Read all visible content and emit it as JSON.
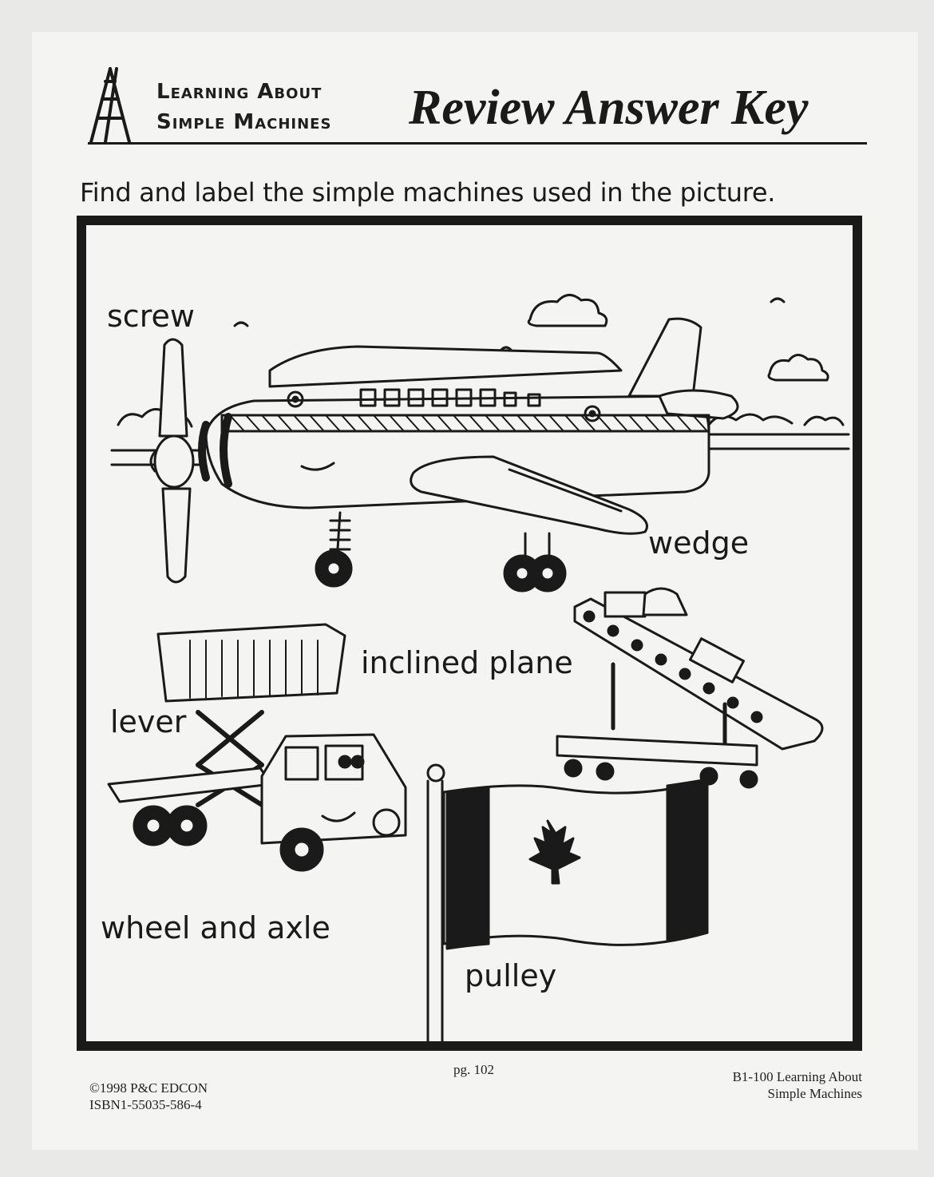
{
  "header": {
    "series_line1": "Learning About",
    "series_line2": "Simple Machines",
    "title": "Review Answer Key"
  },
  "instruction": "Find and label the simple machines used in the picture.",
  "labels": {
    "screw": "screw",
    "wedge": "wedge",
    "inclined_plane": "inclined plane",
    "lever": "lever",
    "wheel_and_axle": "wheel and axle",
    "pulley": "pulley"
  },
  "footer": {
    "copyright_line1": "©1998 P&C EDCON",
    "copyright_line2": "ISBN1-55035-586-4",
    "page_number": "pg.  102",
    "product_line1": "B1-100  Learning About",
    "product_line2": "Simple Machines"
  },
  "colors": {
    "ink": "#1a1a1a",
    "paper": "#f4f4f2"
  }
}
